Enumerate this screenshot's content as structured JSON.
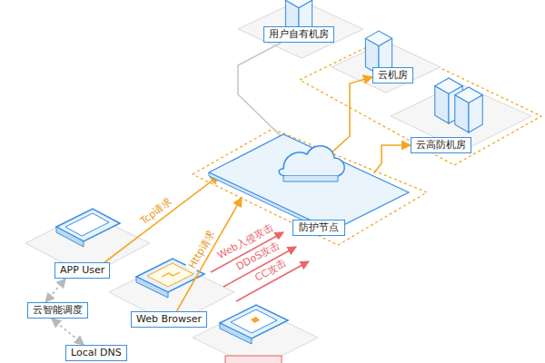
{
  "diagram": {
    "nodes": [
      {
        "text": [
          "用户自有机房"
        ]
      },
      {
        "text": [
          "云机房"
        ]
      },
      {
        "text": [
          "云高防机房"
        ]
      },
      {
        "text": [
          "防护节点"
        ]
      },
      {
        "text": [
          "APP User"
        ]
      },
      {
        "text": [
          "云智能调度"
        ]
      },
      {
        "text": [
          "Web Browser"
        ]
      },
      {
        "text": [
          "Local DNS"
        ]
      }
    ],
    "edges": [
      {
        "from": 4,
        "to": 3,
        "label": "Tcp请求",
        "arrow": "to"
      },
      {
        "from": 6,
        "to": 3,
        "label": "Http请求",
        "arrow": "to"
      },
      {
        "from": 3,
        "to": 1,
        "arrow": "to"
      },
      {
        "from": 3,
        "to": 2,
        "arrow": "to"
      },
      {
        "from": 0,
        "to": 3,
        "arrow": "none"
      },
      {
        "from": 5,
        "to": 4,
        "arrow": "both"
      },
      {
        "from": 5,
        "to": 7,
        "arrow": "both"
      }
    ],
    "labels": [
      "Web入侵攻击",
      "DDoS攻击",
      "CC攻击"
    ]
  }
}
